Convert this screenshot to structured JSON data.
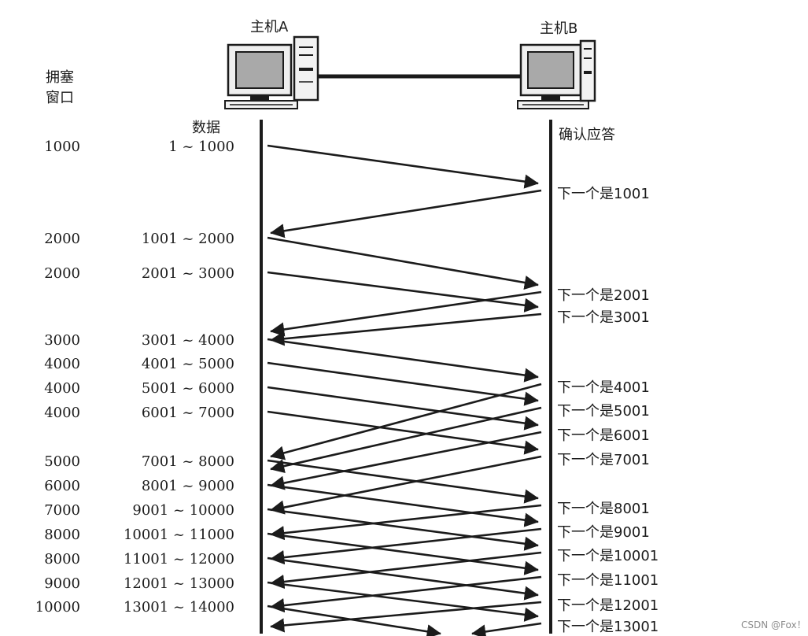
{
  "hosts": {
    "a": "主机A",
    "b": "主机B"
  },
  "headers": {
    "cwnd": [
      "拥塞",
      "窗口"
    ],
    "data": "数据",
    "ack": "确认应答"
  },
  "rows": [
    {
      "cwnd": "1000",
      "range": "1 ~ 1000"
    },
    {
      "cwnd": "2000",
      "range": "1001 ~ 2000"
    },
    {
      "cwnd": "2000",
      "range": "2001 ~ 3000"
    },
    {
      "cwnd": "3000",
      "range": "3001 ~ 4000"
    },
    {
      "cwnd": "4000",
      "range": "4001 ~ 5000"
    },
    {
      "cwnd": "4000",
      "range": "5001 ~ 6000"
    },
    {
      "cwnd": "4000",
      "range": "6001 ~ 7000"
    },
    {
      "cwnd": "5000",
      "range": "7001 ~ 8000"
    },
    {
      "cwnd": "6000",
      "range": "8001 ~ 9000"
    },
    {
      "cwnd": "7000",
      "range": "9001 ~ 10000"
    },
    {
      "cwnd": "8000",
      "range": "10001 ~ 11000"
    },
    {
      "cwnd": "8000",
      "range": "11001 ~ 12000"
    },
    {
      "cwnd": "9000",
      "range": "12001 ~ 13000"
    },
    {
      "cwnd": "10000",
      "range": "13001 ~ 14000"
    }
  ],
  "acks": [
    "下一个是1001",
    "下一个是2001",
    "下一个是3001",
    "下一个是4001",
    "下一个是5001",
    "下一个是6001",
    "下一个是7001",
    "下一个是8001",
    "下一个是9001",
    "下一个是10001",
    "下一个是11001",
    "下一个是12001",
    "下一个是13001"
  ],
  "watermark": "CSDN @Fox！",
  "colors": {
    "ink": "#1b1b1b",
    "screen": "#a9a9a9",
    "monitor": "#efefef"
  }
}
